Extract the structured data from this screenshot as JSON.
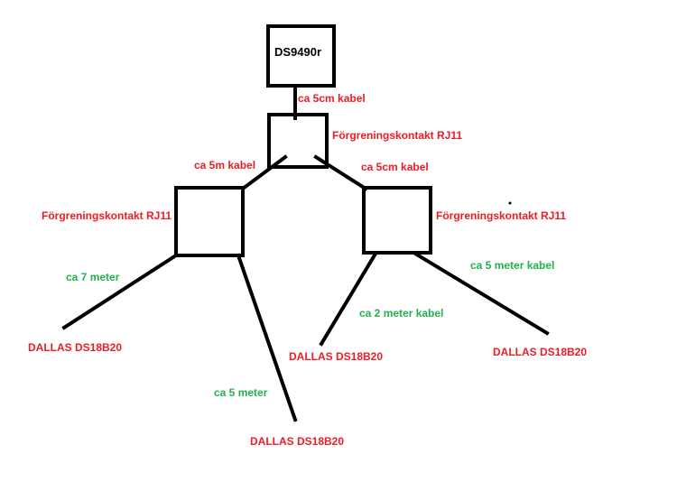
{
  "colors": {
    "label_red": "#ed1c24",
    "label_green": "#22b14c",
    "line": "#000000"
  },
  "nodes": {
    "adapter": "DS9490r",
    "junction_top": "Förgreningskontakt RJ11",
    "junction_left": "Förgreningskontakt RJ11",
    "junction_right": "Förgreningskontakt RJ11",
    "sensor_1": "DALLAS DS18B20",
    "sensor_2": "DALLAS DS18B20",
    "sensor_3": "DALLAS DS18B20",
    "sensor_4": "DALLAS DS18B20"
  },
  "edges": {
    "adapter_to_top": "ca 5cm kabel",
    "top_to_left": "ca 5m kabel",
    "top_to_right": "ca 5cm kabel",
    "left_to_sensor1": "ca 7 meter",
    "left_to_sensor4": "ca 5 meter",
    "right_to_sensor2": "ca 2 meter kabel",
    "right_to_sensor3": "ca 5 meter kabel"
  }
}
